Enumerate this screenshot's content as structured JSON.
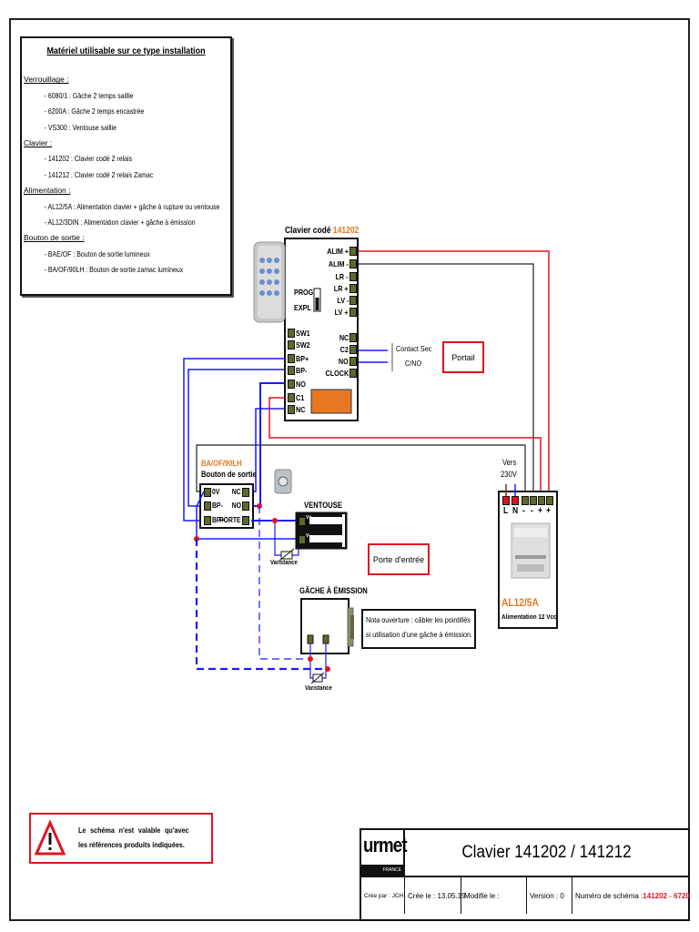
{
  "legend": {
    "title": "Matériel utilisable sur ce type installation",
    "sections": [
      {
        "heading": "Verrouillage :",
        "items": [
          "- 6080/1 : Gâche 2 temps saillie",
          "- 6200A : Gâche 2 temps encastrée",
          "- VS300 : Ventouse saillie"
        ]
      },
      {
        "heading": "Clavier :",
        "items": [
          "- 141202 : Clavier codé 2 relais",
          "- 141212 : Clavier codé 2 relais Zamac"
        ]
      },
      {
        "heading": "Alimentation :",
        "items": [
          "- AL12/5A : Alimentation clavier + gâche à rupture ou ventouse",
          "- AL12/3DIN : Alimentation clavier + gâche à émission"
        ]
      },
      {
        "heading": "Bouton de sortie :",
        "items": [
          "- BAE/OF : Bouton de sortie lumineux",
          "- BA/OF/90LH : Bouton de sortie zamac lumineux"
        ]
      }
    ]
  },
  "keypad": {
    "title_prefix": "Clavier codé ",
    "title_ref": "141202",
    "right_terminals_top": [
      "ALIM +",
      "ALIM -",
      "LR -",
      "LR +",
      "LV -",
      "LV +"
    ],
    "right_terminals_bottom": [
      "NC",
      "C2",
      "NO",
      "CLOCK"
    ],
    "left_terminals": [
      "SW1",
      "SW2",
      "BP+",
      "BP-",
      "NO",
      "C1",
      "NC"
    ],
    "switch_labels": [
      "PROG",
      "EXPL"
    ]
  },
  "dry_contact": {
    "line1": "Contact Sec",
    "line2": "C/NO"
  },
  "portail_label": "Portail",
  "exit_button": {
    "ref": "BA/OF/90LH",
    "title": "Bouton de sortie",
    "left_terminals": [
      "0V",
      "BP-",
      "BP+"
    ],
    "right_terminals": [
      "NC",
      "NO",
      "PORTE"
    ]
  },
  "ventouse": {
    "title": "VENTOUSE",
    "terminals": [
      "V+",
      "V-"
    ]
  },
  "varistance_label": "Varistance",
  "porte_label": "Porte d'entrée",
  "gache": {
    "title": "GÂCHE À ÉMISSION"
  },
  "nota": {
    "line1": "Nota ouverture : câbler les pointillés",
    "line2": "si utilisation d'une gâche à émission."
  },
  "power": {
    "vers": "Vers",
    "voltage": "230V",
    "terminals": [
      "L",
      "N",
      "-",
      "-",
      "+",
      "+"
    ],
    "ref": "AL12/5A",
    "desc": "Alimentation 12 Vcc"
  },
  "warning": {
    "text": "Le schéma n'est valable qu'avec les références produits indiquées."
  },
  "title_block": {
    "brand": "urmet",
    "brand_sub": "FRANCE",
    "title": "Clavier 141202 / 141212",
    "created_by": "Crée par : JCH",
    "created_on": "Crée le : 13.05.19",
    "modified": "Modifie le :",
    "version": "Version : 0",
    "schema_label": "Numéro de schéma : ",
    "schema_number": "141202 - 6720"
  },
  "colors": {
    "red_wire": "#e0141e",
    "blue_wire": "#1a1aff",
    "black_wire": "#222222",
    "accent": "#e87722",
    "terminal": "#5c6b2a"
  }
}
